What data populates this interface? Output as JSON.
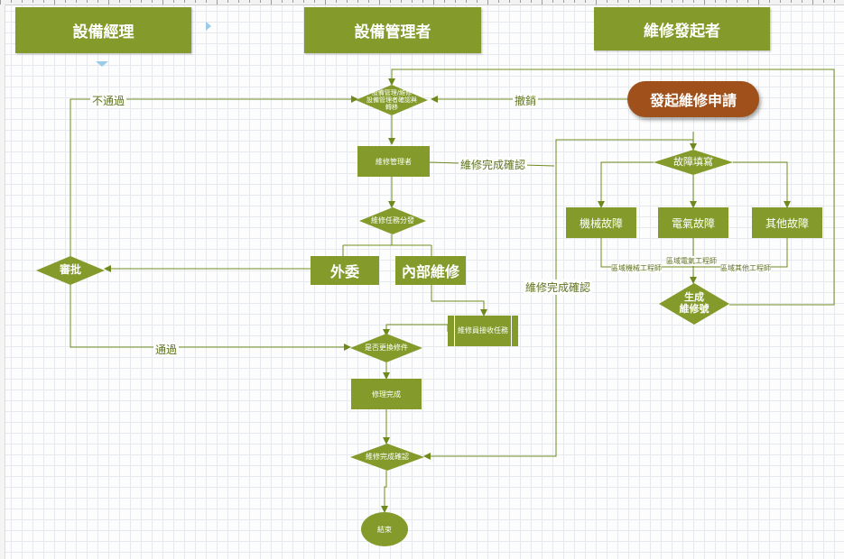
{
  "lanes": {
    "equipment_manager": "設備經理",
    "equipment_admin": "設備管理者",
    "repair_initiator": "維修發起者"
  },
  "nodes": {
    "start": "發起維修申請",
    "review": "設備管理者確認與轉移",
    "review_top": "設備管理/維修",
    "repair_manager": "維修管理者",
    "dispatch": "維修任務分發",
    "outsource": "外委",
    "internal": "內部維修",
    "approve": "審批",
    "receive": "維修員接收任務",
    "replace_parts": "是否更換修件",
    "repaired": "修理完成",
    "confirm": "維修完成確認",
    "end": "結束",
    "fault_fill": "故障填寫",
    "mech_fault": "機械故障",
    "elec_fault": "電氣故障",
    "other_fault": "其他故障",
    "gen_no_1": "生成",
    "gen_no_2": "維修號"
  },
  "edge_labels": {
    "reject": "不通過",
    "cancel": "撤銷",
    "complete_confirm_1": "維修完成確認",
    "complete_confirm_2": "維修完成確認",
    "pass": "通過",
    "mech_engineer": "區域機械工程師",
    "elec_engineer": "區域電氣工程師",
    "other_engineer": "區域其他工程師"
  },
  "colors": {
    "primary": "#849a2b",
    "start_node": "#a0501a",
    "line": "#6e8a1e",
    "grid": "#e6e9ee"
  }
}
